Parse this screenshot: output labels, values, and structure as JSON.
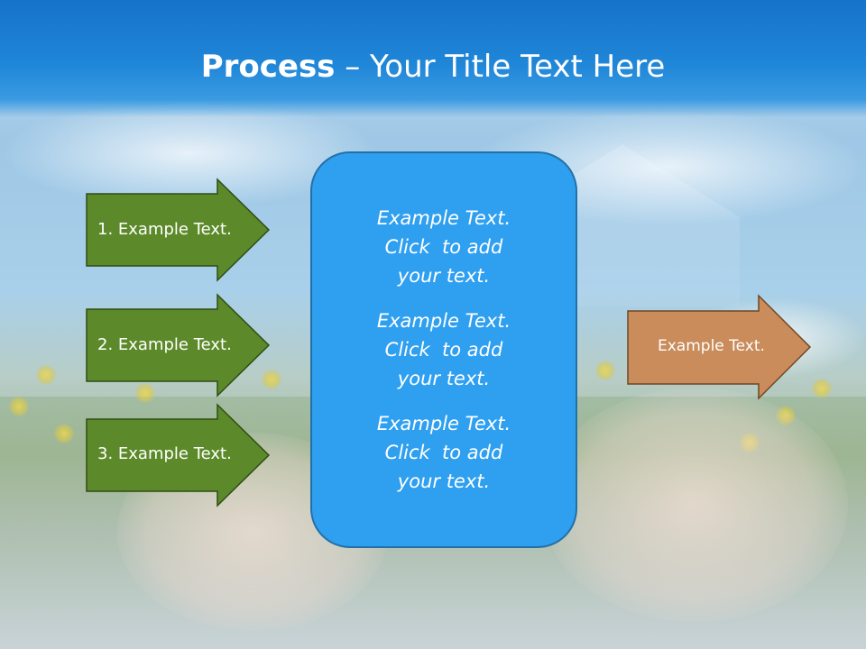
{
  "title": {
    "bold": "Process",
    "rest": " – Your Title Text Here"
  },
  "left_arrows": [
    {
      "label": "1. Example Text."
    },
    {
      "label": "2. Example Text."
    },
    {
      "label": "3. Example Text."
    }
  ],
  "center_box": {
    "paragraphs": [
      {
        "line1": "Example Text.",
        "line2": "Click  to add",
        "line3": "your text."
      },
      {
        "line1": "Example Text.",
        "line2": "Click  to add",
        "line3": "your text."
      },
      {
        "line1": "Example Text.",
        "line2": "Click  to add",
        "line3": "your text."
      }
    ]
  },
  "right_arrow": {
    "label": "Example Text."
  },
  "colors": {
    "header_blue": "#1f86d8",
    "green_arrow": "#5c8a2a",
    "orange_arrow": "#c98c5a",
    "center_box": "#2f9ff0"
  }
}
